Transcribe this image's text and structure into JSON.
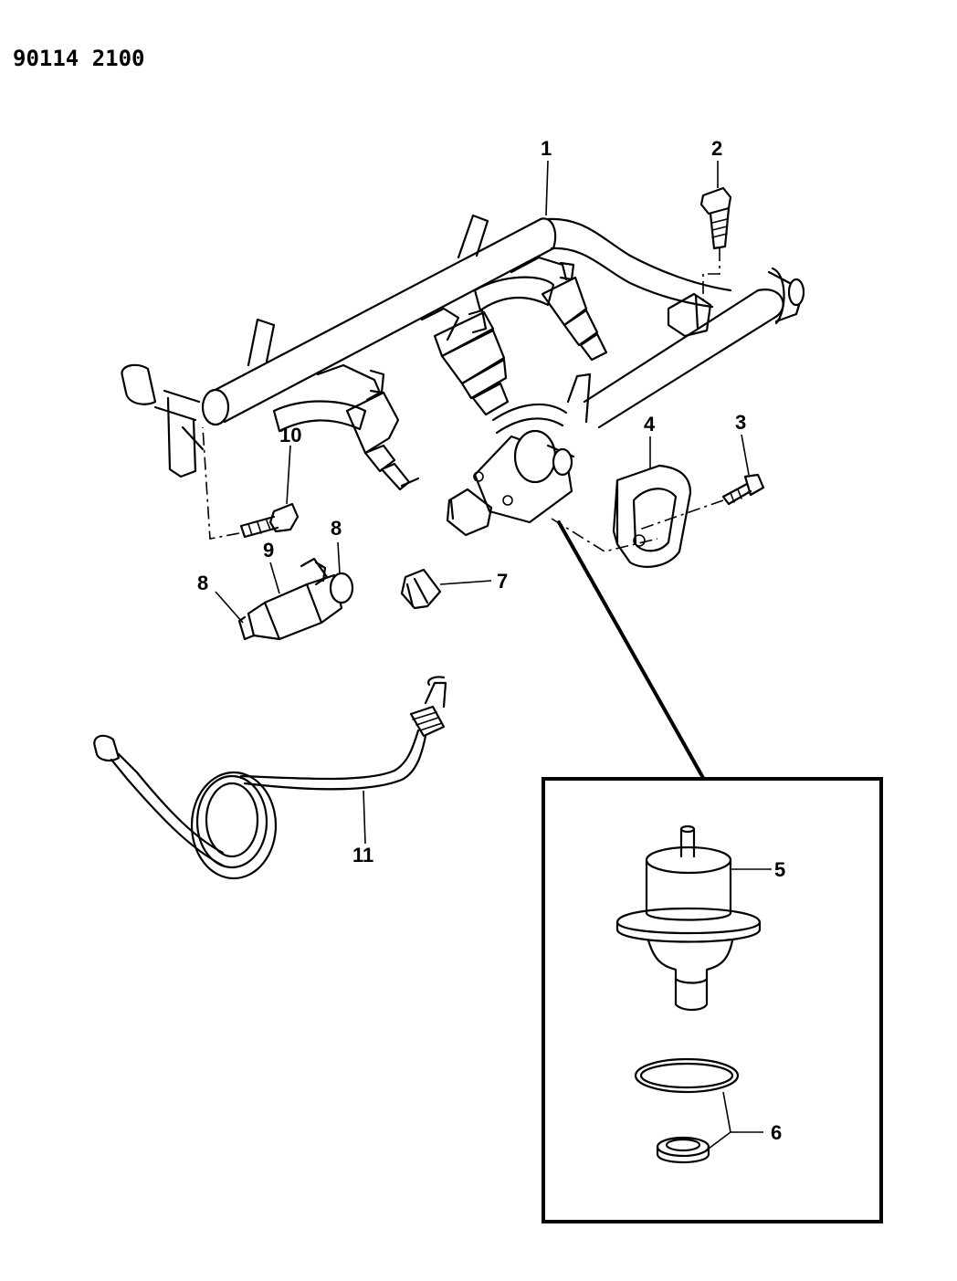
{
  "reference_number": "90114 2100",
  "callouts": {
    "c1": "1",
    "c2": "2",
    "c3": "3",
    "c4": "4",
    "c5": "5",
    "c6": "6",
    "c7": "7",
    "c8a": "8",
    "c8b": "8",
    "c9": "9",
    "c10": "10",
    "c11": "11"
  }
}
